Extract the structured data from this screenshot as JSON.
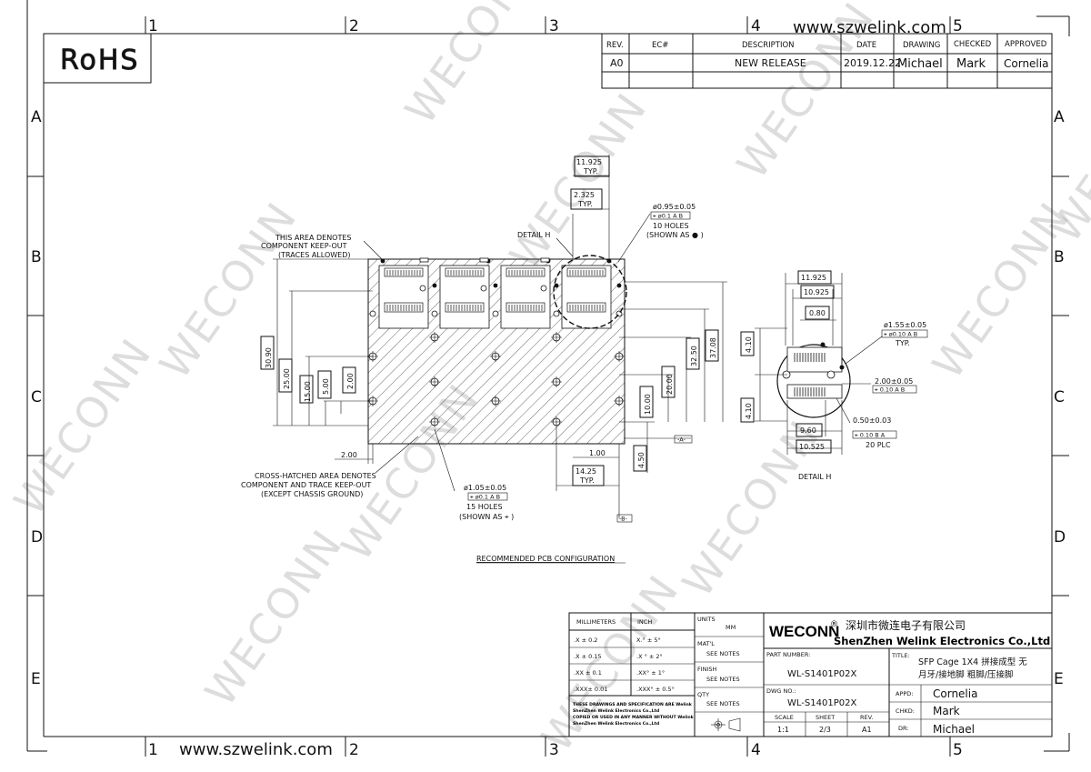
{
  "header": {
    "website": "www.szwelink.com",
    "rohs": "RoHS"
  },
  "zones": {
    "columns": [
      "1",
      "2",
      "3",
      "4",
      "5"
    ],
    "rows": [
      "A",
      "B",
      "C",
      "D",
      "E"
    ]
  },
  "revision_table": {
    "headers": [
      "REV.",
      "EC#",
      "DESCRIPTION",
      "DATE",
      "DRAWING",
      "CHECKED",
      "APPROVED"
    ],
    "row": [
      "A0",
      "",
      "NEW RELEASE",
      "2019.12.22",
      "Michael",
      "Mark",
      "Cornelia"
    ]
  },
  "main_view": {
    "dims": {
      "top_width": "11.925",
      "top_width_sub": "TYP.",
      "pitch": "2.325",
      "pitch_sub": "TYP.",
      "bottom_pitch": "14.25",
      "bottom_pitch_sub": "TYP.",
      "left_offset": "2.00",
      "right_offset": "1.00",
      "v1": "30.90",
      "v2": "25.00",
      "v3": "15.00",
      "v4": "5.00",
      "v5": "2.00",
      "r1": "37.08",
      "r2": "32.50",
      "r3": "20.00",
      "r4": "10.00",
      "r5": "4.50"
    },
    "notes": {
      "keepout_1": "THIS AREA DENOTES",
      "keepout_2": "COMPONENT KEEP-OUT",
      "keepout_3": "(TRACES ALLOWED)",
      "detail": "DETAIL H",
      "hole_small_dia": "ø0.95±0.05",
      "hole_small_tol": "⌖ ø0.1 A B",
      "hole_small_count": "10 HOLES",
      "hole_small_shown": "(SHOWN AS ● )",
      "hatch_1": "CROSS-HATCHED AREA DENOTES",
      "hatch_2": "COMPONENT AND TRACE KEEP-OUT",
      "hatch_3": "(EXCEPT CHASSIS GROUND)",
      "hole_large_dia": "ø1.05±0.05",
      "hole_large_tol": "⌖ ø0.1 A B",
      "hole_large_count": "15 HOLES",
      "hole_large_shown": "(SHOWN AS ⌖ )",
      "datum_a": "-A-",
      "datum_b": "-B-",
      "caption": "RECOMMENDED PCB CONFIGURATION"
    }
  },
  "detail_view": {
    "dims": {
      "w1": "11.925",
      "w2": "10.925",
      "w3": "0.80",
      "h1": "4.10",
      "h2": "4.10",
      "b1": "9.60",
      "b2": "10.525"
    },
    "notes": {
      "hole_dia": "ø1.55±0.05",
      "hole_tol": "⌖ ø0.10 A B",
      "hole_typ": "TYP.",
      "pad_w": "2.00±0.05",
      "pad_w_tol": "⌖ 0.10 A B",
      "pad_pitch": "0.50±0.03",
      "pad_pitch_tol": "⌖ 0.10 B A",
      "pad_count": "20 PLC",
      "caption": "DETAIL H"
    }
  },
  "title_block": {
    "tol_headers": [
      "MILLIMETERS",
      "INCH"
    ],
    "tol_rows": [
      [
        ".X   ±  0.2",
        "X.°   ±  5°"
      ],
      [
        ".X   ± 0.15",
        ".X °  ± 2°"
      ],
      [
        ".XX  ± 0.1",
        ".XX°  ± 1°"
      ],
      [
        ".XXX± 0.01",
        ".XXX° ± 0.5°"
      ]
    ],
    "disclaimer": [
      "THESE DRAWINGS AND SPECIFICATION  ARE Welink",
      "ShenZhen Welink Electronics Co.,Ltd",
      "COPIED OR USED IN ANY MANNER WITHOUT Welink",
      "ShenZhen Welink Electronics Co.,Ltd"
    ],
    "units_label": "UNITS",
    "units_value": "MM",
    "matl_label": "MAT'L",
    "matl_value": "SEE NOTES",
    "finish_label": "FINISH",
    "finish_value": "SEE NOTES",
    "qty_label": "QTY",
    "qty_value": "SEE NOTES",
    "brand": "WECONN",
    "company_cn": "深圳市微连电子有限公司",
    "company_en": "ShenZhen Welink Electronics Co.,Ltd",
    "part_label": "PART NUMBER:",
    "part_number": "WL-S1401P02X",
    "dwg_label": "DWG NO.:",
    "dwg_number": "WL-S1401P02X",
    "title_label": "TITLE:",
    "title_1": "SFP Cage 1X4 拼接成型 无",
    "title_2": "月牙/接地脚 粗脚/压接脚",
    "scale_label": "SCALE",
    "scale": "1:1",
    "sheet_label": "SHEET",
    "sheet": "2/3",
    "rev_label": "REV.",
    "rev": "A1",
    "appd_label": "APPD:",
    "appd": "Cornelia",
    "chkd_label": "CHKD:",
    "chkd": "Mark",
    "dr_label": "DR:",
    "dr": "Michael"
  },
  "watermark": "WECONN",
  "footer": {
    "website": "www.szwelink.com"
  }
}
